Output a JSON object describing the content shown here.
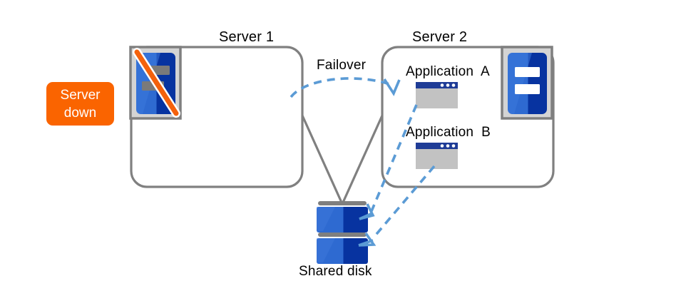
{
  "diagram": {
    "title_server1": "Server 1",
    "title_server2": "Server 2",
    "failover_label": "Failover",
    "shared_disk_label": "Shared disk",
    "badge": {
      "line1": "Server",
      "line2": "down"
    },
    "applications": [
      {
        "label": "Application  A"
      },
      {
        "label": "Application  B"
      }
    ],
    "icons": {
      "server1": "server-down-icon",
      "server2": "server-icon",
      "app_window": "application-window-icon",
      "disk": "shared-disk-icon"
    },
    "colors": {
      "badge_orange": "#FA6400",
      "server_blue_light": "#2E6AD1",
      "server_blue_dark": "#0733A0",
      "arrow_blue": "#5B9BD5",
      "box_gray": "#808080",
      "frame_gray": "#d4d4d4",
      "window_gray": "#c0c0c0",
      "titlebar_blue": "#1F3C96",
      "slash_orange": "#F4610C",
      "text_black": "#000000"
    }
  }
}
